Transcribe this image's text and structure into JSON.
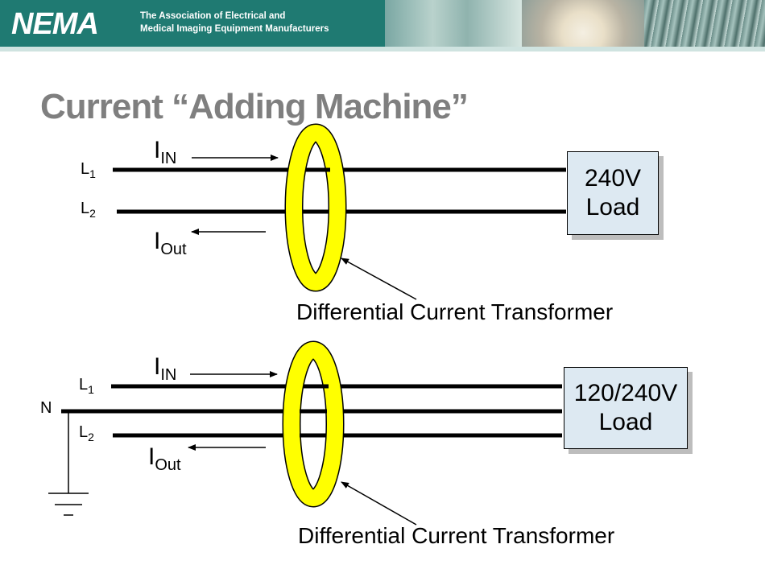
{
  "header": {
    "logo_text": "NEMA",
    "org_line1": "The Association of Electrical and",
    "org_line2": "Medical Imaging Equipment Manufacturers"
  },
  "slide": {
    "title": "Current “Adding Machine”"
  },
  "diagram1": {
    "l1": "L",
    "l1_sub": "1",
    "l2": "L",
    "l2_sub": "2",
    "i_in": "I",
    "i_in_sub": "IN",
    "i_out": "I",
    "i_out_sub": "Out",
    "load": "240V\nLoad",
    "caption": "Differential Current Transformer"
  },
  "diagram2": {
    "n": "N",
    "l1": "L",
    "l1_sub": "1",
    "l2": "L",
    "l2_sub": "2",
    "i_in": "I",
    "i_in_sub": "IN",
    "i_out": "I",
    "i_out_sub": "Out",
    "load": "120/240V\nLoad",
    "caption": "Differential Current Transformer"
  },
  "colors": {
    "header": "#1f7a72",
    "title": "#7f7f7f",
    "ring": "#ffff00",
    "load_fill": "#dde9f2"
  }
}
